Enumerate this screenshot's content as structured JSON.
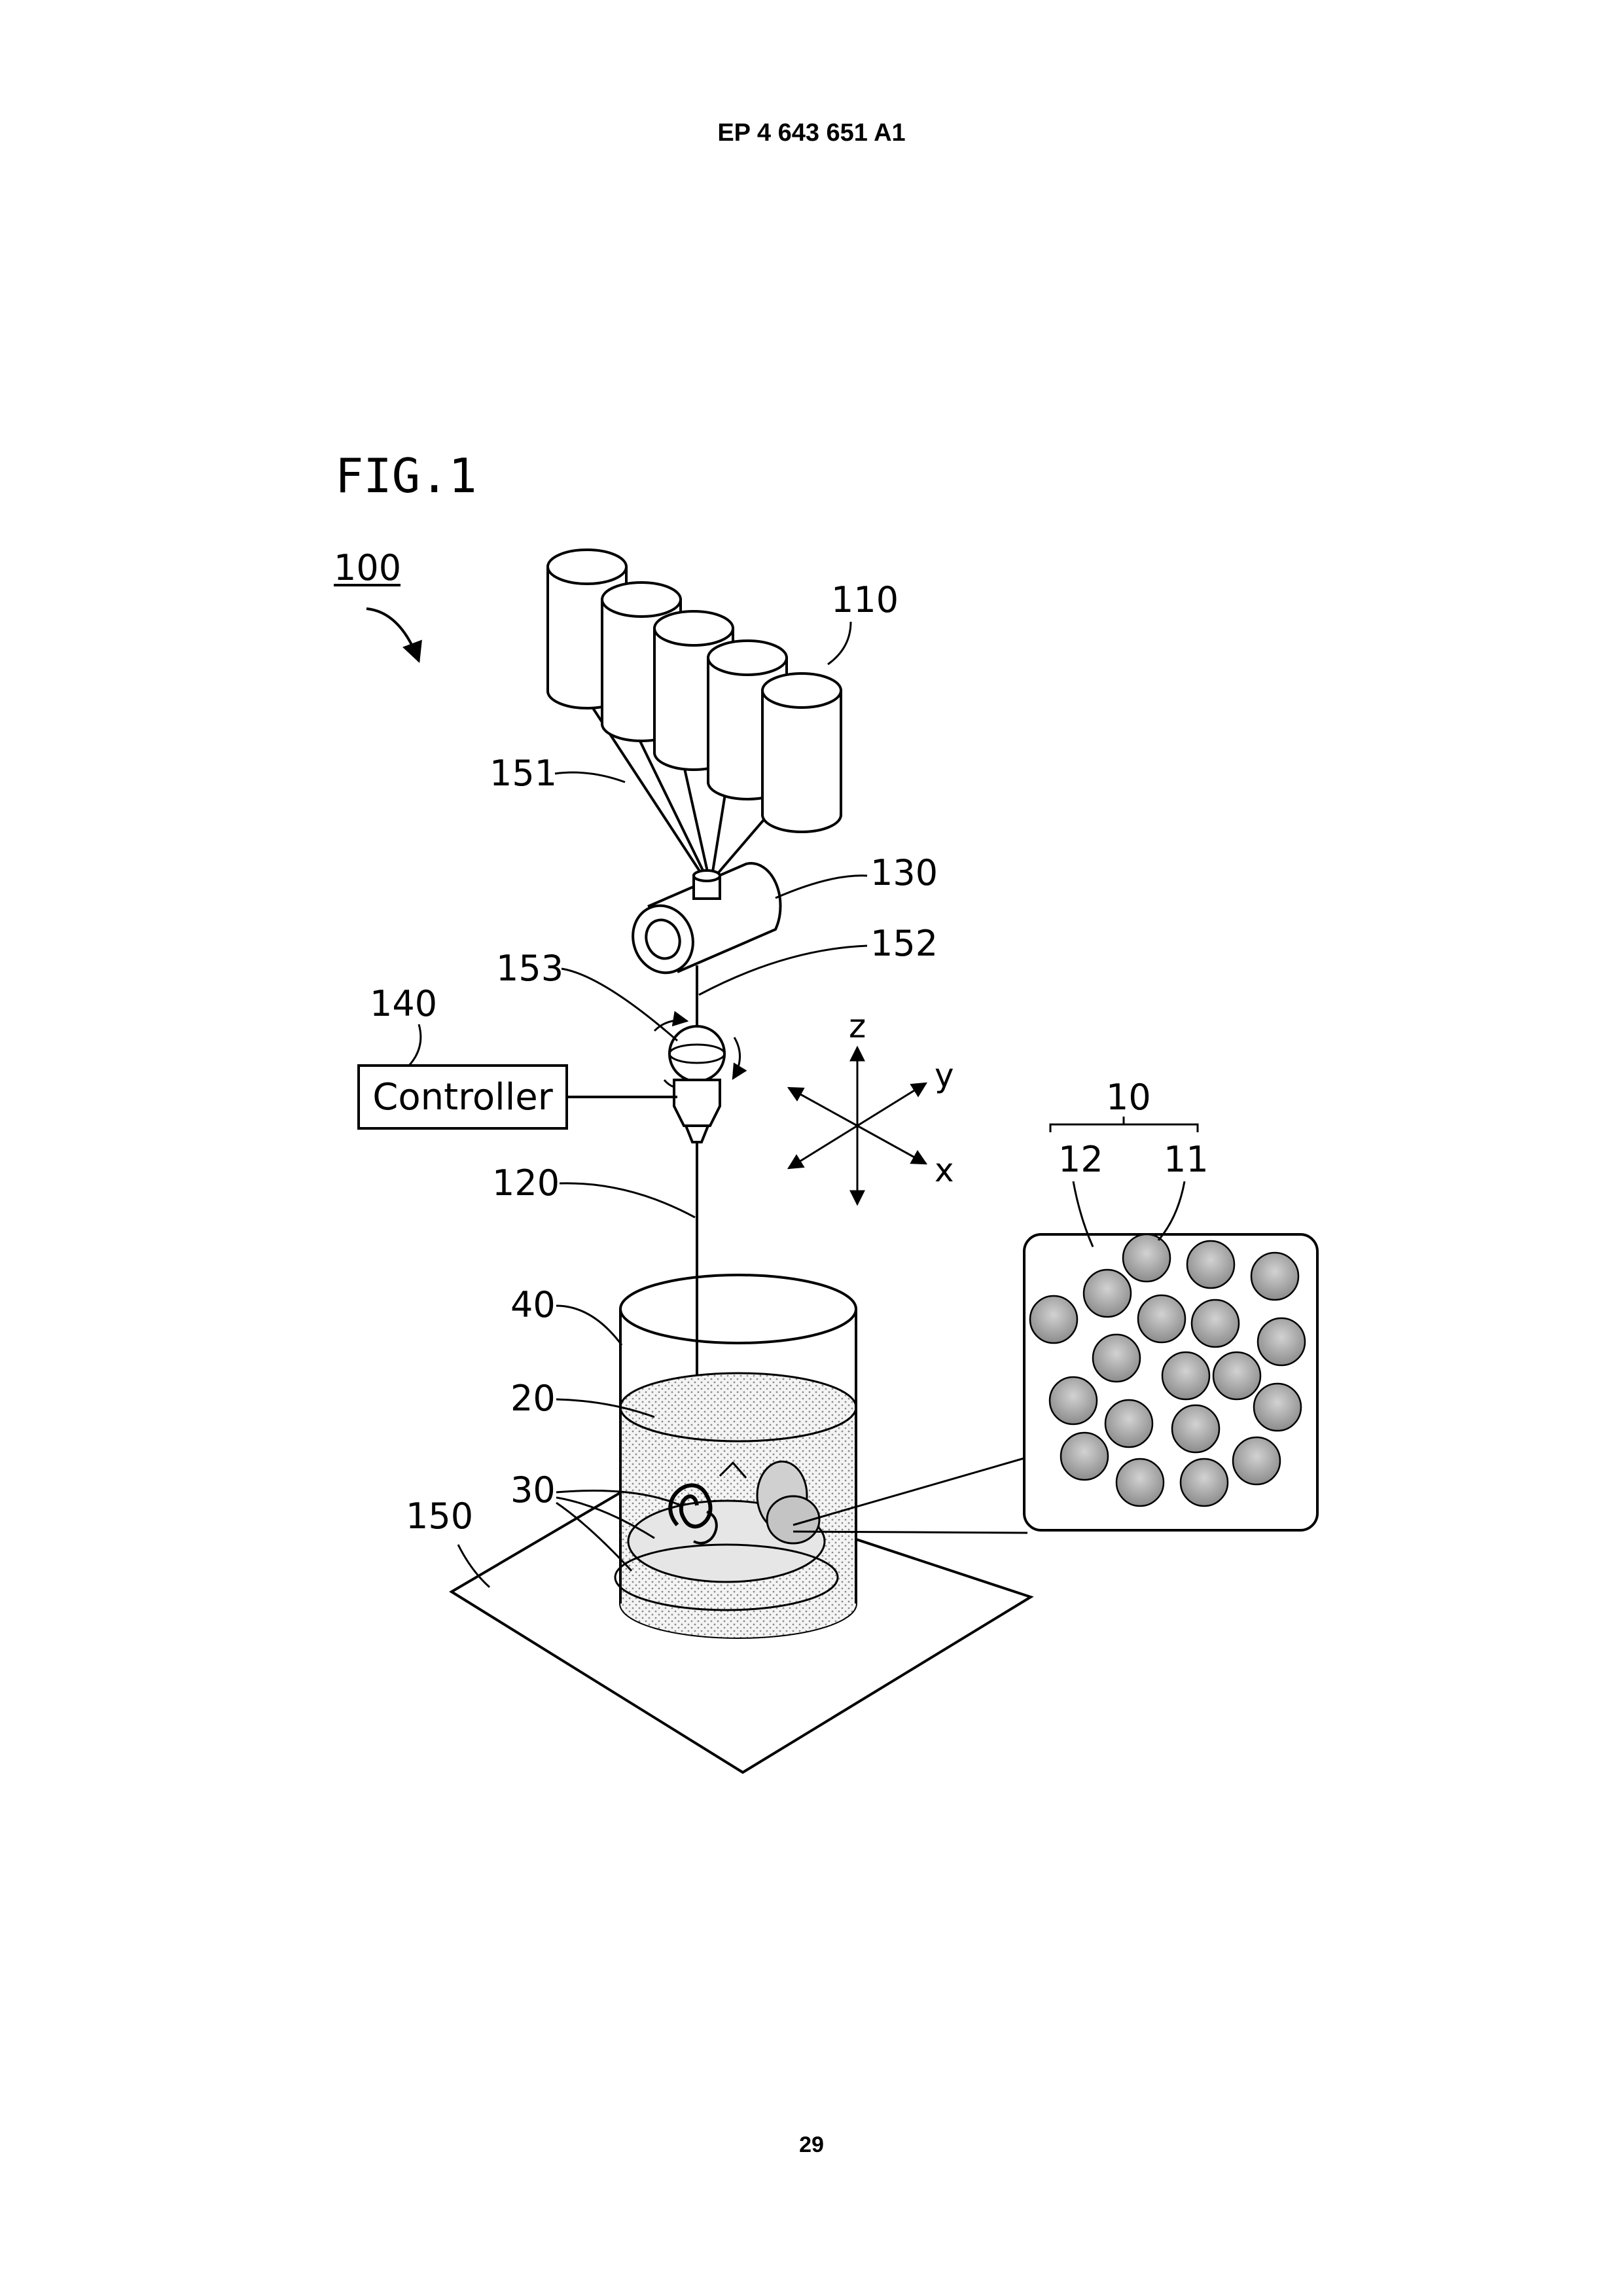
{
  "header": {
    "publication_number": "EP 4 643 651 A1",
    "page_number": "29"
  },
  "figure": {
    "title": "FIG.1",
    "controller_box_label": "Controller",
    "axes": {
      "z": "z",
      "y": "y",
      "x": "x"
    },
    "refs": {
      "r100": "100",
      "r110": "110",
      "r151": "151",
      "r130": "130",
      "r152": "152",
      "r153": "153",
      "r140": "140",
      "r120": "120",
      "r40": "40",
      "r20": "20",
      "r30": "30",
      "r150": "150",
      "r10": "10",
      "r12": "12",
      "r11": "11"
    }
  }
}
